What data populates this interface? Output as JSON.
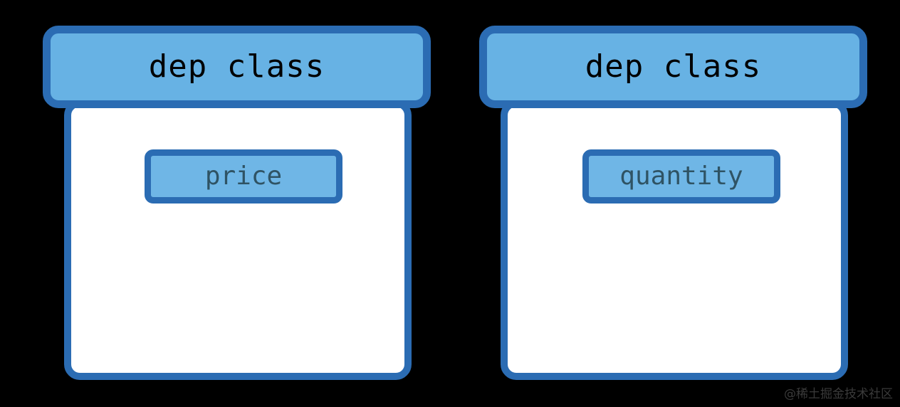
{
  "diagram": {
    "background_color": "#000000",
    "accent_border_color": "#2B6CB3",
    "header_fill_color": "#67B2E4",
    "chip_fill_color": "#6FB6E6",
    "body_fill_color": "#FFFFFF",
    "header_text_color": "#000000",
    "chip_text_color": "#2F5364",
    "cards": [
      {
        "header_title": "dep class",
        "attributes": [
          {
            "label": "price"
          }
        ]
      },
      {
        "header_title": "dep class",
        "attributes": [
          {
            "label": "quantity"
          }
        ]
      }
    ]
  },
  "watermark": {
    "text": "@稀土掘金技术社区"
  }
}
